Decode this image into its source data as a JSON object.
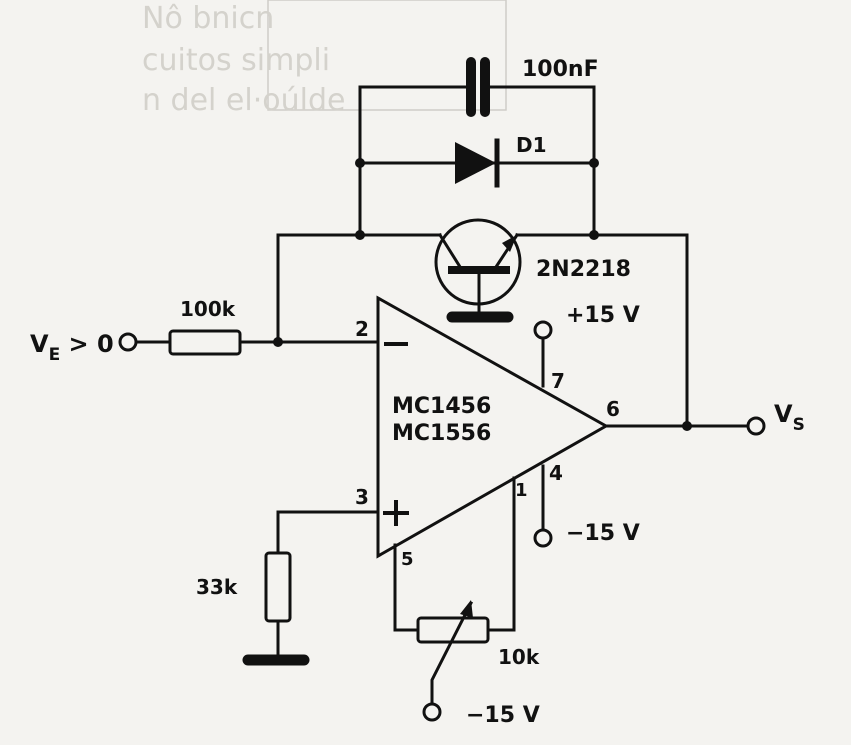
{
  "schematic": {
    "capacitor": {
      "value": "100nF"
    },
    "diode": {
      "name": "D1"
    },
    "transistor": {
      "part": "2N2218"
    },
    "input_resistor": {
      "value": "100k"
    },
    "bias_resistor": {
      "value": "33k"
    },
    "trimmer": {
      "value": "10k"
    },
    "opamp": {
      "part_line1": "MC1456",
      "part_line2": "MC1556"
    },
    "pins": {
      "inv": "2",
      "noninv": "3",
      "out": "6",
      "vpos": "7",
      "vneg": "4",
      "null1": "1",
      "null2": "5"
    },
    "symbols": {
      "minus": "−",
      "plus": "+"
    },
    "supplies": {
      "pos": "+15 V",
      "neg": "−15 V",
      "neg_trim": "−15 V"
    },
    "input": {
      "label_v": "V",
      "label_sub": "E",
      "label_rest": " > 0"
    },
    "output": {
      "label_v": "V",
      "label_sub": "S"
    }
  },
  "bleed_through": {
    "line1": "Nô bnicn",
    "line2": "cuitos simpli",
    "line3": "n del el·oúlde"
  }
}
